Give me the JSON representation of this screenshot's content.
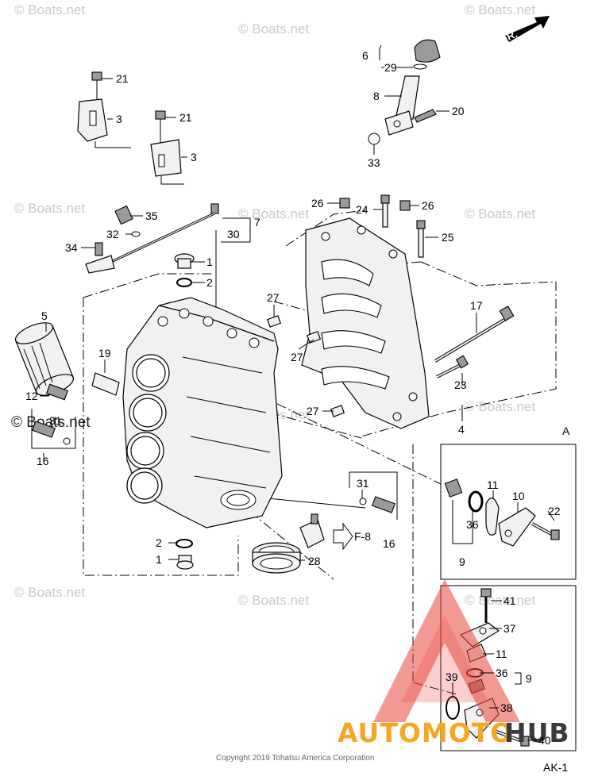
{
  "watermark": "© Boats.net",
  "fr_label": "FR.",
  "ref_label": "F-8",
  "section_a_label": "A",
  "copyright": "Copyright 2019 Tohatsu America Corporation",
  "page_code": "AK-1",
  "logo": {
    "part1": "AUTOMOTO",
    "part2": "HUB",
    "color1": "#f5a623",
    "color2": "#3a3a3a",
    "triangle_color": "#e8453c"
  },
  "callouts": {
    "c21a": "21",
    "c3a": "3",
    "c21b": "21",
    "c3b": "3",
    "c6": "6",
    "c29": "29",
    "c8": "8",
    "c20": "20",
    "c33": "33",
    "c26a": "26",
    "c24": "24",
    "c26b": "26",
    "c25": "25",
    "c35": "35",
    "c32": "32",
    "c30": "30",
    "c7": "7",
    "c34": "34",
    "c1a": "1",
    "c2a": "2",
    "c27a": "27",
    "c27b": "27",
    "c27c": "27",
    "c17": "17",
    "c5": "5",
    "c19": "19",
    "c12": "12",
    "c31a": "31",
    "c16a": "16",
    "c23": "23",
    "c4": "4",
    "c11a": "11",
    "c10": "10",
    "c36a": "36",
    "c22": "22",
    "c9a": "9",
    "c31b": "31",
    "c16b": "16",
    "c2b": "2",
    "c1b": "1",
    "c28": "28",
    "c41": "41",
    "c37": "37",
    "c11b": "11",
    "c39": "39",
    "c36b": "36",
    "c9b": "9",
    "c38": "38",
    "c40": "40"
  }
}
